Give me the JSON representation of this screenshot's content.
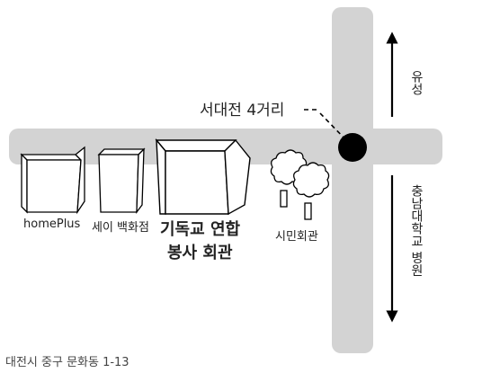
{
  "labels": {
    "intersection": "서대전 4거리",
    "direction_north": "유성",
    "direction_south": "충남대학교 병원",
    "homeplus": "homePlus",
    "sei_department": "세이 백화점",
    "main_building_line1": "기독교 연합",
    "main_building_line2": "봉사 회관",
    "civic_center": "시민회관"
  },
  "address": "대전시 중구 문화동 1-13",
  "colors": {
    "road": "#d3d3d3",
    "line": "#000000",
    "background": "#ffffff"
  },
  "icons": {
    "marker": "black-dot",
    "tree": "tree-icon"
  }
}
